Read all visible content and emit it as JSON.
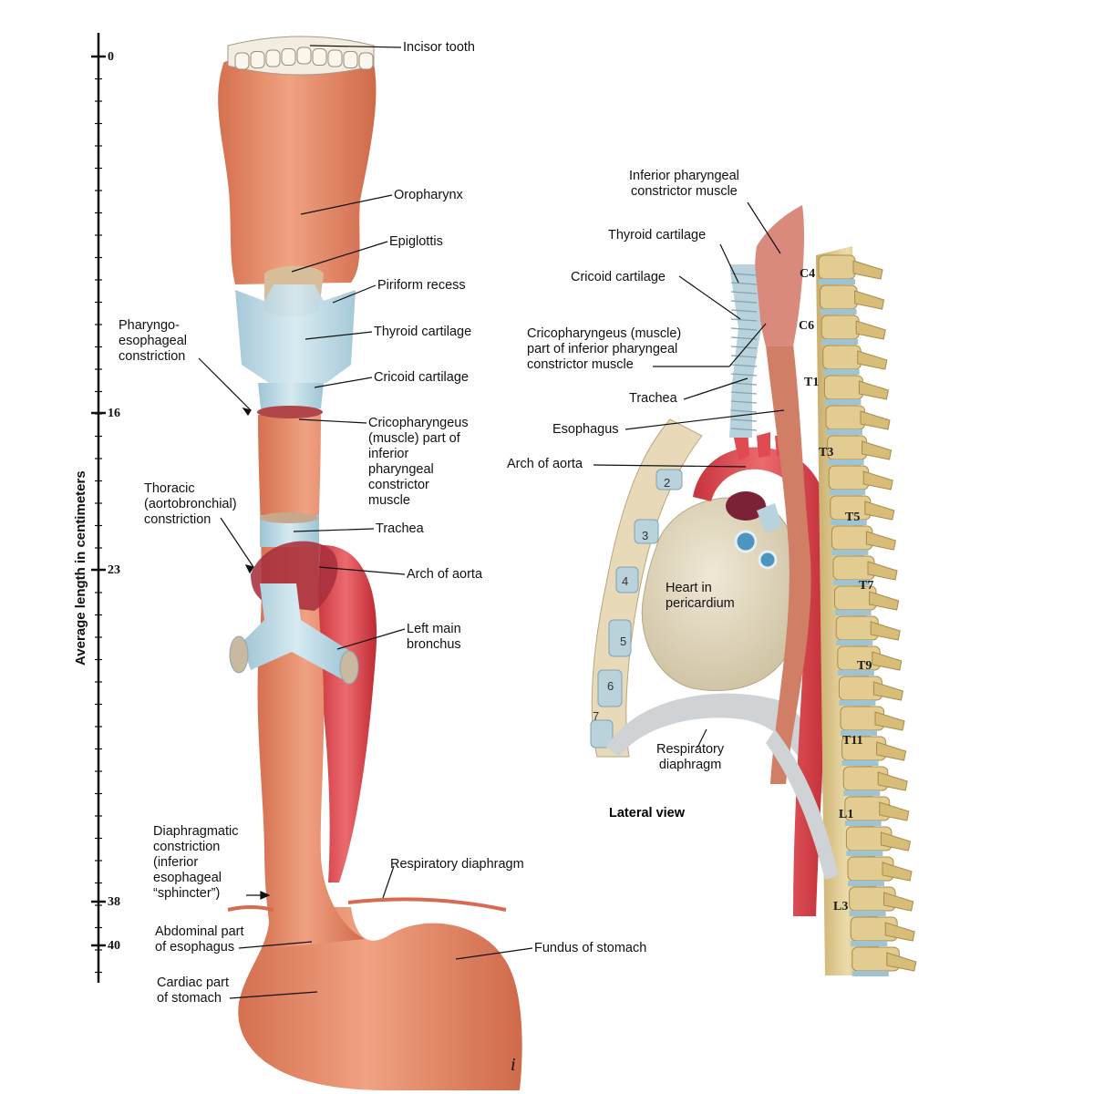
{
  "axis": {
    "title": "Average length in centimeters",
    "ticks": [
      "0",
      "16",
      "23",
      "38",
      "40"
    ]
  },
  "front_labels": {
    "incisor_tooth": "Incisor tooth",
    "oropharynx": "Oropharynx",
    "epiglottis": "Epiglottis",
    "piriform_recess": "Piriform recess",
    "thyroid_cartilage": "Thyroid cartilage",
    "cricoid_cartilage": "Cricoid cartilage",
    "cricopharyngeus": "Cricopharyngeus\n(muscle) part of\ninferior\npharyngeal\nconstrictor\nmuscle",
    "trachea": "Trachea",
    "arch_of_aorta": "Arch of aorta",
    "left_main_bronchus": "Left main\nbronchus",
    "respiratory_diaphragm": "Respiratory diaphragm",
    "fundus_of_stomach": "Fundus of stomach",
    "pharyngo_esophageal": "Pharyngo-\nesophageal\nconstriction",
    "thoracic_constriction": "Thoracic\n(aortobronchial)\nconstriction",
    "diaphragmatic_constriction": "Diaphragmatic\nconstriction\n(inferior\nesophageal\n“sphincter”)",
    "abdominal_part": "Abdominal part\nof esophagus",
    "cardiac_part": "Cardiac part\nof stomach"
  },
  "lateral_labels": {
    "inferior_pharyngeal": "Inferior pharyngeal\nconstrictor muscle",
    "thyroid_cartilage": "Thyroid cartilage",
    "cricoid_cartilage": "Cricoid cartilage",
    "cricopharyngeus": "Cricopharyngeus (muscle)\npart of inferior pharyngeal\nconstrictor muscle",
    "trachea": "Trachea",
    "esophagus": "Esophagus",
    "arch_of_aorta": "Arch of aorta",
    "heart": "Heart in\npericardium",
    "respiratory_diaphragm": "Respiratory\ndiaphragm",
    "caption": "Lateral view"
  },
  "vertebrae": [
    "C4",
    "C6",
    "T1",
    "T3",
    "T5",
    "T7",
    "T9",
    "T11",
    "L1",
    "L3"
  ],
  "ribs": [
    "2",
    "3",
    "4",
    "5",
    "6",
    "7"
  ],
  "corner_mark": "i",
  "colors": {
    "esophagus": "#e2876a",
    "cartilage": "#b9d6e2",
    "aorta": "#e04b52",
    "heart": "#e6ddc6",
    "bone": "#e4cf98"
  }
}
